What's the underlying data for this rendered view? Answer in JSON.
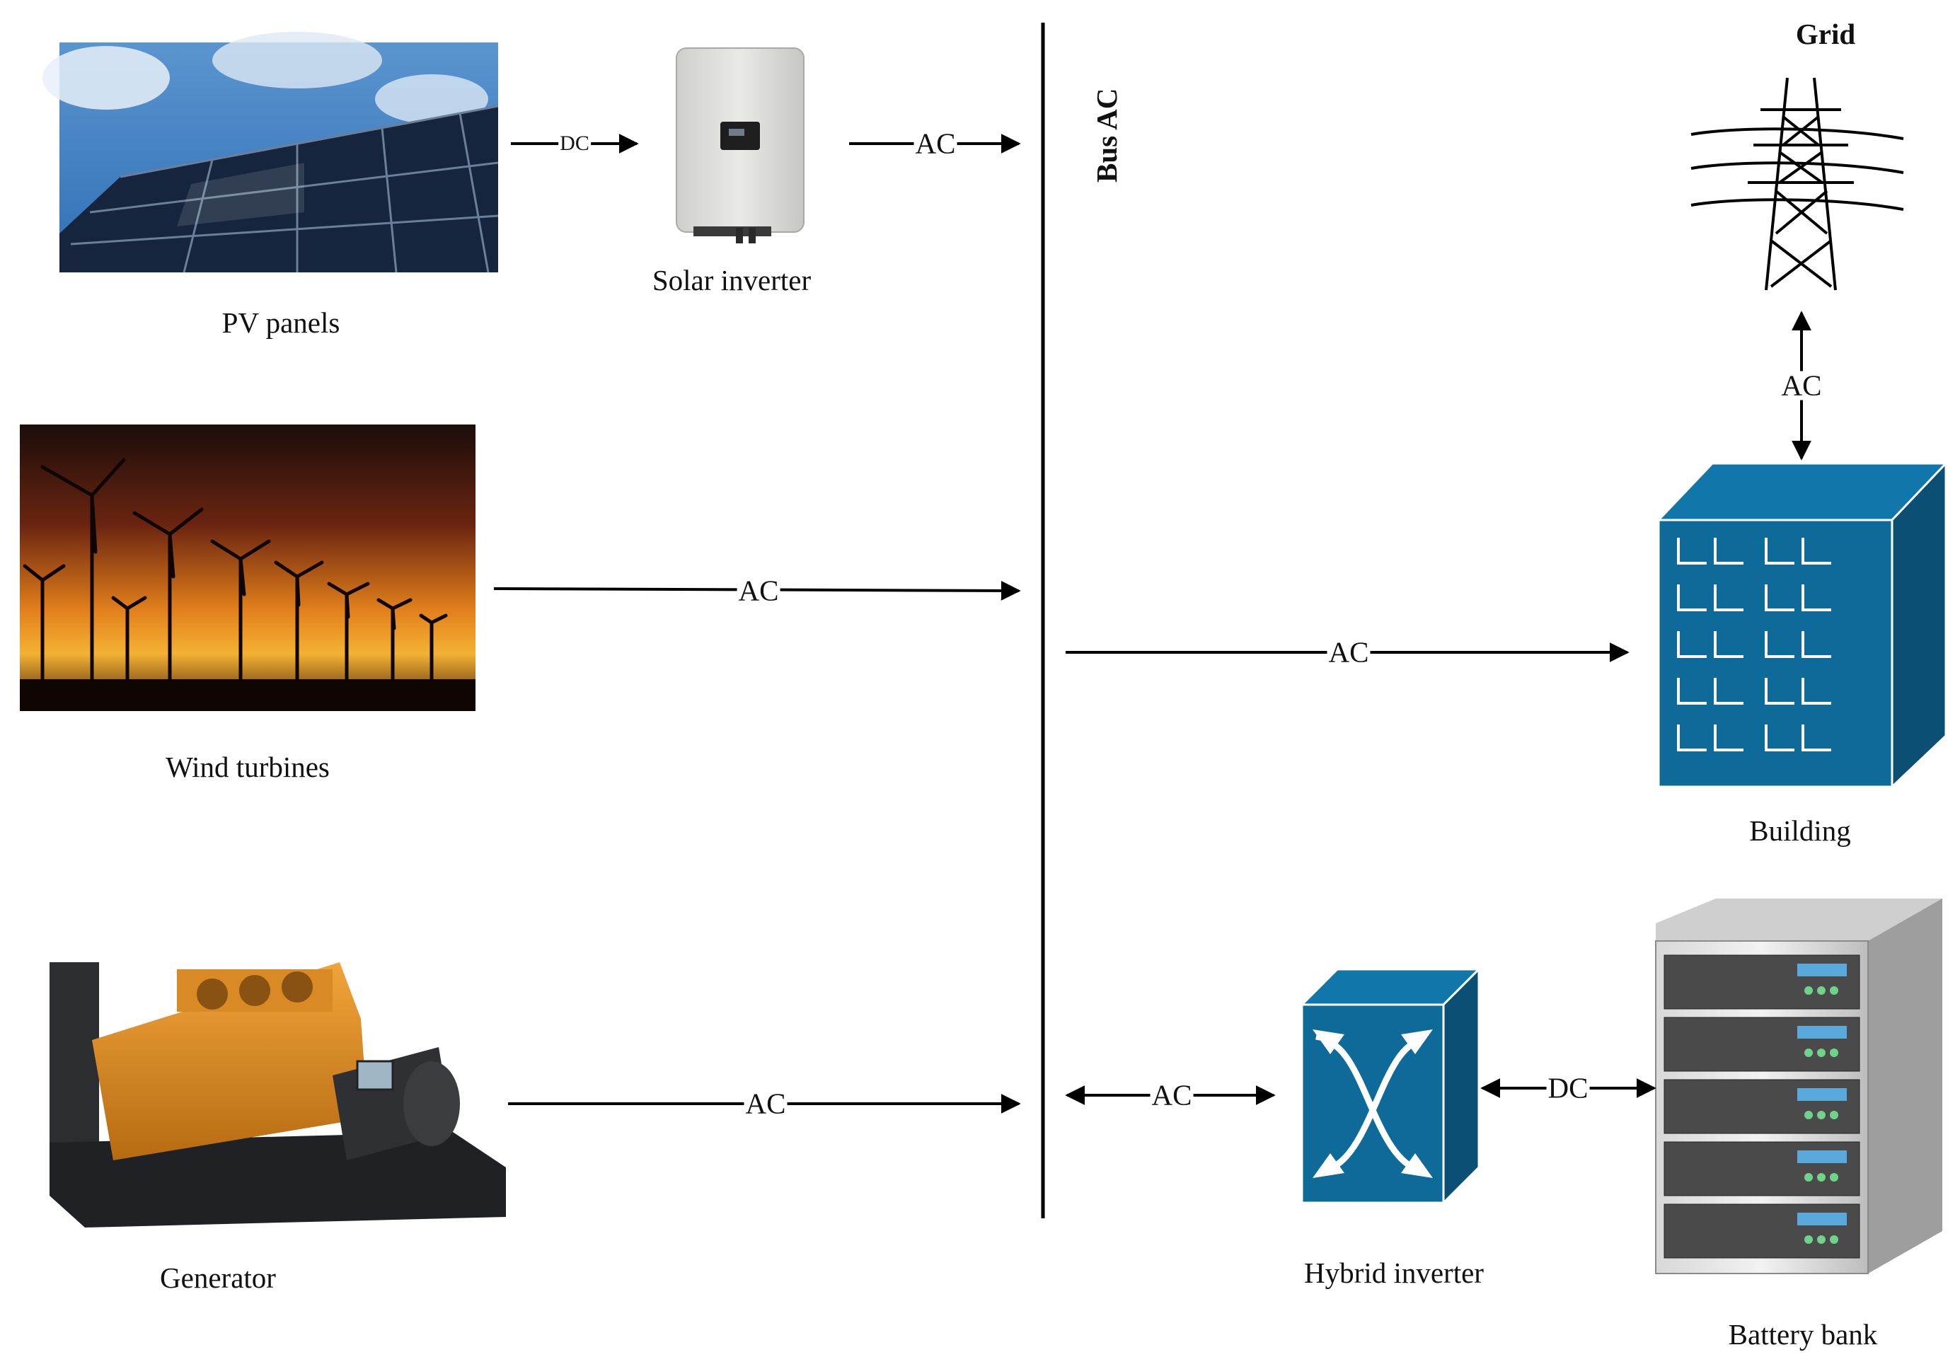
{
  "labels": {
    "pv": "PV panels",
    "solar_inverter": "Solar inverter",
    "wind": "Wind turbines",
    "generator": "Generator",
    "bus": "Bus AC",
    "grid": "Grid",
    "building": "Building",
    "hybrid_inverter": "Hybrid inverter",
    "battery": "Battery bank"
  },
  "connections": {
    "pv_to_inverter": "DC",
    "inverter_to_bus": "AC",
    "wind_to_bus": "AC",
    "generator_to_bus": "AC",
    "bus_to_building": "AC",
    "building_grid": "AC",
    "bus_hybrid": "AC",
    "hybrid_battery": "DC"
  },
  "colors": {
    "device_blue": "#0e6a99",
    "device_blue_dark": "#0b4f74",
    "line": "#000000"
  }
}
